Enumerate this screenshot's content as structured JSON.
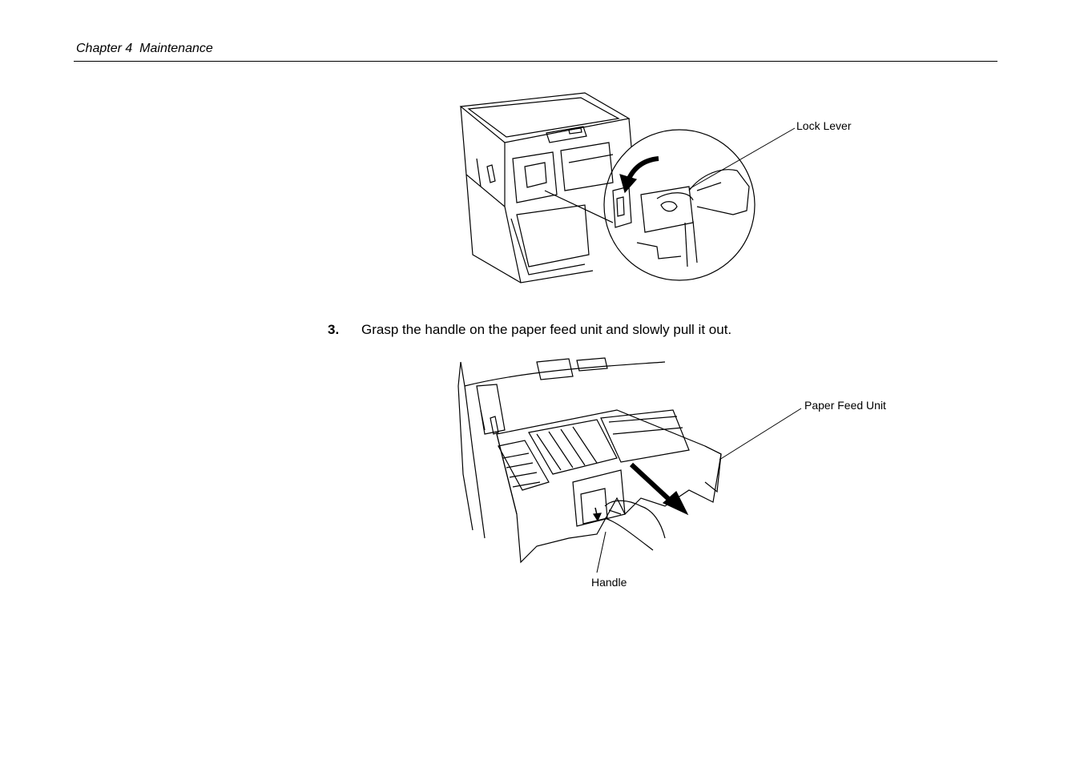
{
  "header": {
    "chapter": "Chapter 4  Maintenance"
  },
  "figure1": {
    "callout_lock_lever": "Lock Lever"
  },
  "step3": {
    "number": "3.",
    "text": "Grasp the handle on the paper feed unit and slowly pull it out."
  },
  "figure2": {
    "callout_paper_feed_unit": "Paper Feed Unit",
    "callout_handle": "Handle"
  }
}
